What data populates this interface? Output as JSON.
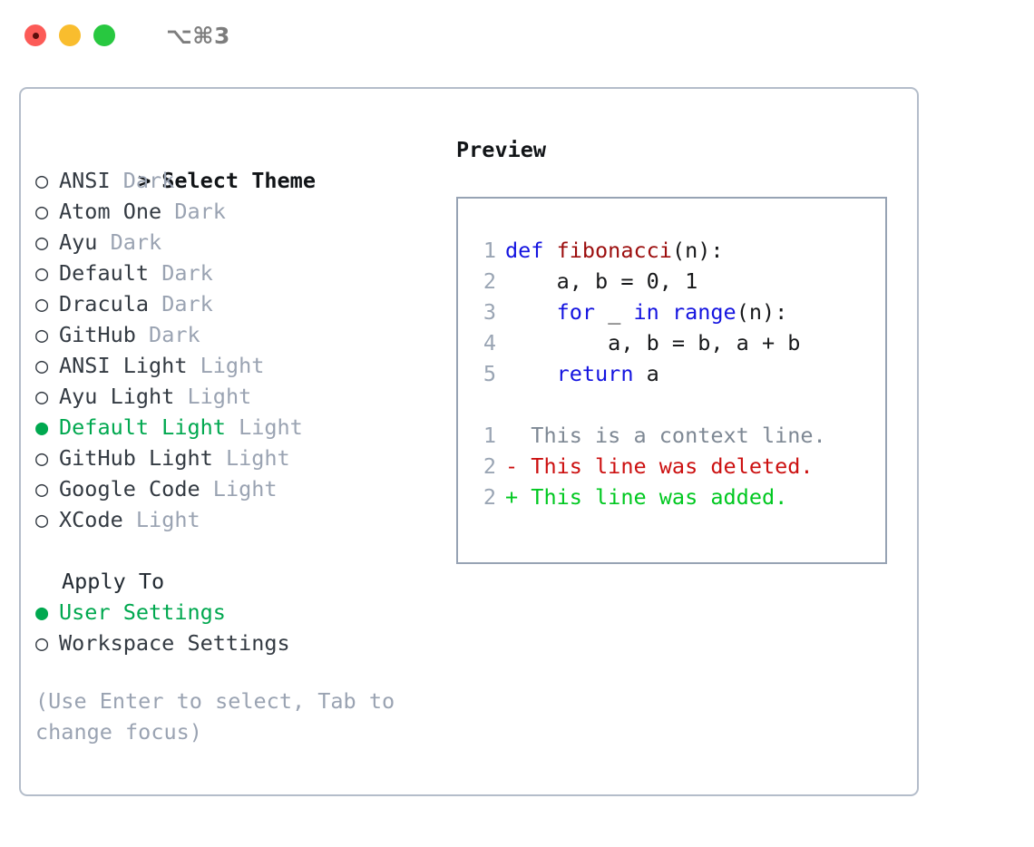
{
  "window": {
    "shortcut": "⌥⌘3",
    "buttons": [
      {
        "name": "close",
        "color": "#fc5b57"
      },
      {
        "name": "minimize",
        "color": "#f9bd2e"
      },
      {
        "name": "zoom",
        "color": "#28c840"
      }
    ]
  },
  "colors": {
    "accent_green": "#00a84f",
    "muted_gray": "#9aa3b2",
    "panel_border": "#b4bdca",
    "preview_border": "#97a3b4",
    "keyword_blue": "#1414e0",
    "function_red": "#9c0e0e",
    "diff_deleted": "#cc1010",
    "diff_added": "#00c820",
    "diff_context": "#7e8894"
  },
  "theme_list": {
    "header": {
      "marker": ">",
      "label": "Select Theme"
    },
    "items": [
      {
        "marker": "○",
        "name": "ANSI",
        "variant": "Dark",
        "selected": false
      },
      {
        "marker": "○",
        "name": "Atom One",
        "variant": "Dark",
        "selected": false
      },
      {
        "marker": "○",
        "name": "Ayu",
        "variant": "Dark",
        "selected": false
      },
      {
        "marker": "○",
        "name": "Default",
        "variant": "Dark",
        "selected": false
      },
      {
        "marker": "○",
        "name": "Dracula",
        "variant": "Dark",
        "selected": false
      },
      {
        "marker": "○",
        "name": "GitHub",
        "variant": "Dark",
        "selected": false
      },
      {
        "marker": "○",
        "name": "ANSI Light",
        "variant": "Light",
        "selected": false
      },
      {
        "marker": "○",
        "name": "Ayu Light",
        "variant": "Light",
        "selected": false
      },
      {
        "marker": "●",
        "name": "Default Light",
        "variant": "Light",
        "selected": true
      },
      {
        "marker": "○",
        "name": "GitHub Light",
        "variant": "Light",
        "selected": false
      },
      {
        "marker": "○",
        "name": "Google Code",
        "variant": "Light",
        "selected": false
      },
      {
        "marker": "○",
        "name": "XCode",
        "variant": "Light",
        "selected": false
      }
    ]
  },
  "apply_to": {
    "header": "Apply To",
    "items": [
      {
        "marker": "●",
        "name": "User Settings",
        "selected": true
      },
      {
        "marker": "○",
        "name": "Workspace Settings",
        "selected": false
      }
    ]
  },
  "hint": "(Use Enter to select, Tab to change focus)",
  "preview": {
    "title": "Preview",
    "code_lines": [
      {
        "num": "1",
        "segments": [
          {
            "t": "def ",
            "c": "kw"
          },
          {
            "t": "fibonacci",
            "c": "fn"
          },
          {
            "t": "(n):",
            "c": ""
          }
        ]
      },
      {
        "num": "2",
        "segments": [
          {
            "t": "    a, b = 0, 1",
            "c": ""
          }
        ]
      },
      {
        "num": "3",
        "segments": [
          {
            "t": "    ",
            "c": ""
          },
          {
            "t": "for ",
            "c": "kw"
          },
          {
            "t": "_ ",
            "c": ""
          },
          {
            "t": "in ",
            "c": "kw"
          },
          {
            "t": "range",
            "c": "kw"
          },
          {
            "t": "(n):",
            "c": ""
          }
        ]
      },
      {
        "num": "4",
        "segments": [
          {
            "t": "        a, b = b, a + b",
            "c": ""
          }
        ]
      },
      {
        "num": "5",
        "segments": [
          {
            "t": "    ",
            "c": ""
          },
          {
            "t": "return ",
            "c": "kw"
          },
          {
            "t": "a",
            "c": ""
          }
        ]
      }
    ],
    "diff_lines": [
      {
        "num": "1",
        "prefix": "  ",
        "text": "This is a context line.",
        "kind": "diff-ctx"
      },
      {
        "num": "2",
        "prefix": "- ",
        "text": "This line was deleted.",
        "kind": "diff-del"
      },
      {
        "num": "2",
        "prefix": "+ ",
        "text": "This line was added.",
        "kind": "diff-add"
      }
    ]
  }
}
